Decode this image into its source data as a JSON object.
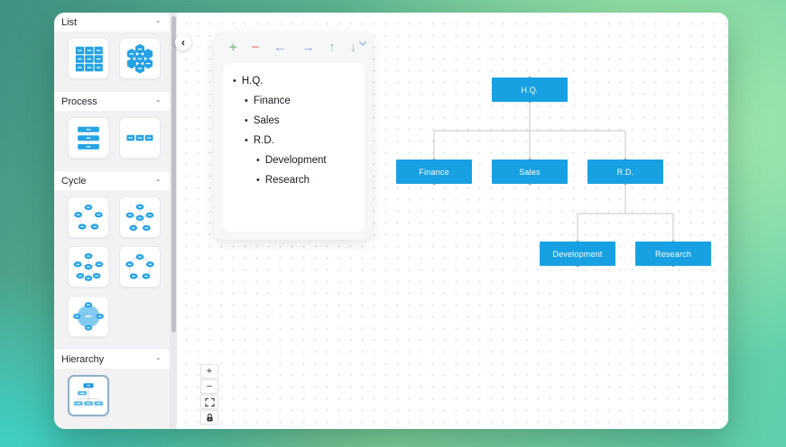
{
  "colors": {
    "node_blue": "#18a1e2",
    "thumb_blue": "#24a3e4",
    "light_blue": "#63bce9",
    "connector_gray": "#c4c7cc",
    "toolbar_green": "#97c494",
    "toolbar_red": "#f09b9b",
    "toolbar_blue": "#8ca7e8"
  },
  "sidebar": {
    "sections": [
      {
        "label": "List",
        "collapse_glyph": "-",
        "thumbnails": [
          "list-grid",
          "list-hexagons"
        ]
      },
      {
        "label": "Process",
        "collapse_glyph": "-",
        "thumbnails": [
          "process-vertical",
          "process-horizontal"
        ]
      },
      {
        "label": "Cycle",
        "collapse_glyph": "-",
        "thumbnails": [
          "cycle-pentagon-dashed",
          "cycle-center-hub-5",
          "cycle-center-hub-6",
          "cycle-ring-5",
          "cycle-radial-4"
        ]
      },
      {
        "label": "Hierarchy",
        "collapse_glyph": "-",
        "thumbnails": [
          "hierarchy-org-chart"
        ],
        "selected_thumbnail": "hierarchy-org-chart"
      }
    ]
  },
  "canvas": {
    "collapse_button_glyph": "‹",
    "outline_panel": {
      "toolbar": [
        {
          "name": "add-node",
          "glyph": "+"
        },
        {
          "name": "remove-node",
          "glyph": "−"
        },
        {
          "name": "move-left",
          "glyph": "←"
        },
        {
          "name": "move-right",
          "glyph": "→"
        },
        {
          "name": "move-up",
          "glyph": "↑"
        },
        {
          "name": "move-down",
          "glyph": "↓"
        }
      ],
      "items": [
        {
          "label": "H.Q.",
          "level": 0
        },
        {
          "label": "Finance",
          "level": 1
        },
        {
          "label": "Sales",
          "level": 1
        },
        {
          "label": "R.D.",
          "level": 1
        },
        {
          "label": "Development",
          "level": 2
        },
        {
          "label": "Research",
          "level": 2
        }
      ]
    },
    "org_chart": {
      "type": "tree",
      "nodes": [
        {
          "label": "H.Q.",
          "parent": null
        },
        {
          "label": "Finance",
          "parent": "H.Q."
        },
        {
          "label": "Sales",
          "parent": "H.Q."
        },
        {
          "label": "R.D.",
          "parent": "H.Q."
        },
        {
          "label": "Development",
          "parent": "R.D."
        },
        {
          "label": "Research",
          "parent": "R.D."
        }
      ]
    },
    "zoom_controls": [
      {
        "name": "zoom-in",
        "glyph": "+"
      },
      {
        "name": "zoom-out",
        "glyph": "−"
      },
      {
        "name": "fit-view",
        "glyph": ""
      },
      {
        "name": "toggle-lock",
        "glyph": ""
      }
    ]
  }
}
